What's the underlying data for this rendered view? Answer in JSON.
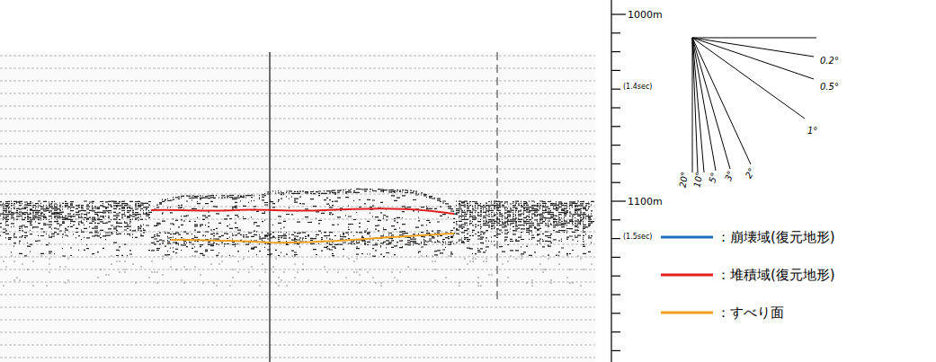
{
  "diagram": {
    "labels": [
      "1000m",
      "(1.4sec)",
      "1100m",
      "(1.5sec)",
      "0.2°",
      "0.5°",
      "1°",
      "2°",
      "3°",
      "5°",
      "10°",
      "20°"
    ],
    "legend": [
      {
        "text": "：崩壊域(復元地形)"
      },
      {
        "text": "：堆積域(復元地形)"
      },
      {
        "text": "：すべり面"
      }
    ]
  }
}
